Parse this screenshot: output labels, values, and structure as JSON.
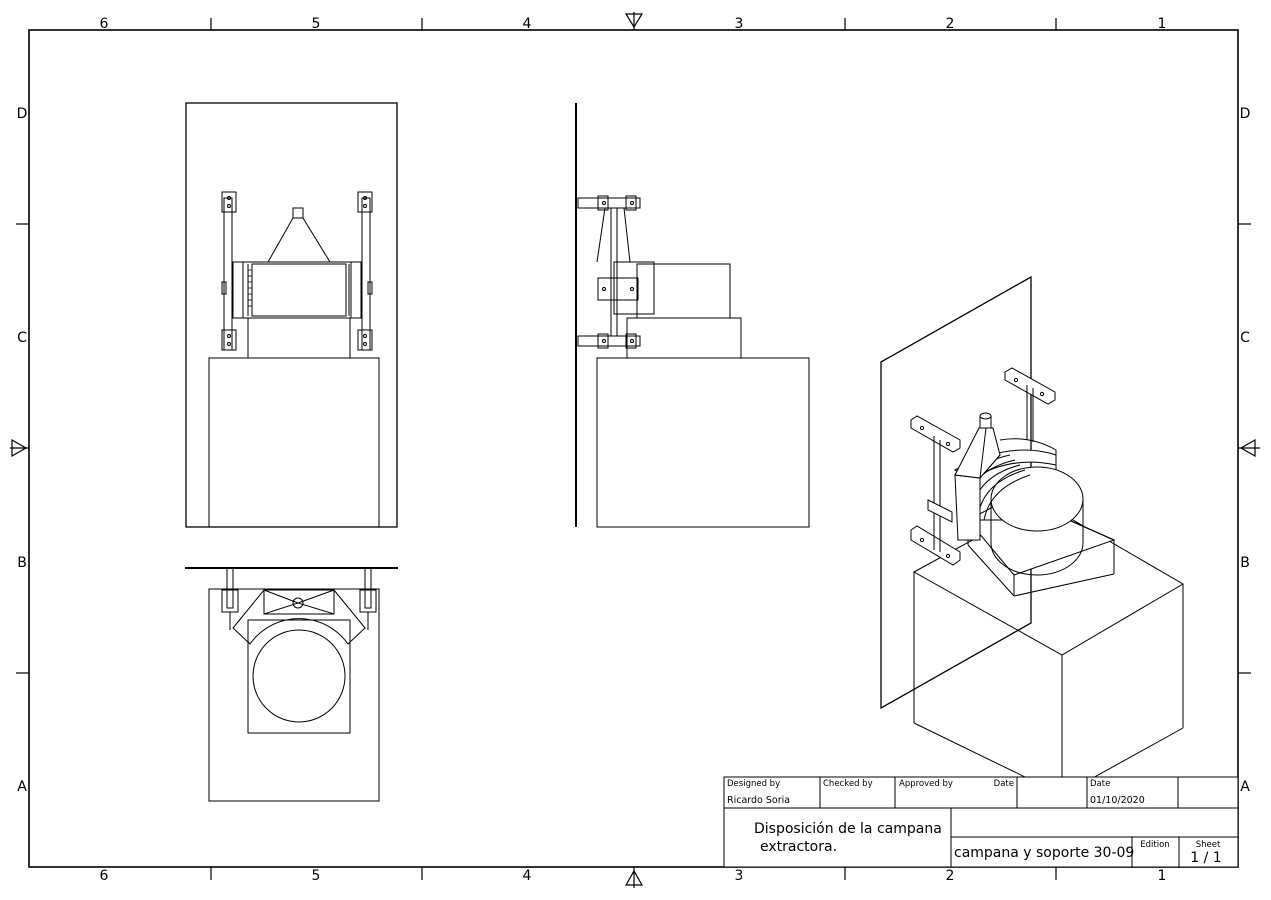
{
  "drawing": {
    "zones_columns": [
      "6",
      "5",
      "4",
      "3",
      "2",
      "1"
    ],
    "zones_rows": [
      "D",
      "C",
      "B",
      "A"
    ],
    "views": [
      "front-view",
      "side-view",
      "top-view",
      "isometric-view"
    ]
  },
  "title_block": {
    "designed_by_label": "Designed by",
    "designed_by": "Ricardo Soria",
    "checked_by_label": "Checked by",
    "checked_by": "",
    "approved_by_label": "Approved by",
    "approved_by": "",
    "date_label_1": "Date",
    "date_label_2": "Date",
    "date": "01/10/2020",
    "title_line1": "Disposición de la campana",
    "title_line2": "extractora.",
    "drawing_name": "campana y soporte 30-09",
    "edition_label": "Edition",
    "sheet_label": "Sheet",
    "sheet": "1 / 1"
  }
}
